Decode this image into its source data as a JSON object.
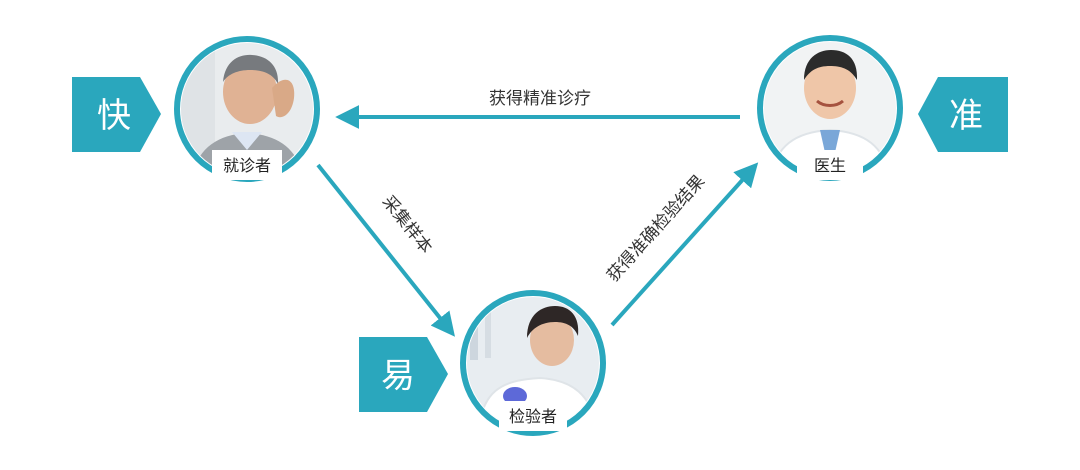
{
  "colors": {
    "accent": "#2aa7bd",
    "ring": "#2aa7bd",
    "label_bg": "#ffffff",
    "text": "#333333"
  },
  "nodes": {
    "patient": {
      "label": "就诊者",
      "icon": "worried-man-photo"
    },
    "doctor": {
      "label": "医生",
      "icon": "smiling-doctor-photo"
    },
    "lab": {
      "label": "检验者",
      "icon": "lab-technician-photo"
    }
  },
  "tags": {
    "fast": "快",
    "accurate": "准",
    "easy": "易"
  },
  "edges": {
    "doctor_to_patient": "获得精准诊疗",
    "patient_to_lab": "采集样本",
    "lab_to_doctor": "获得准确检验结果"
  }
}
